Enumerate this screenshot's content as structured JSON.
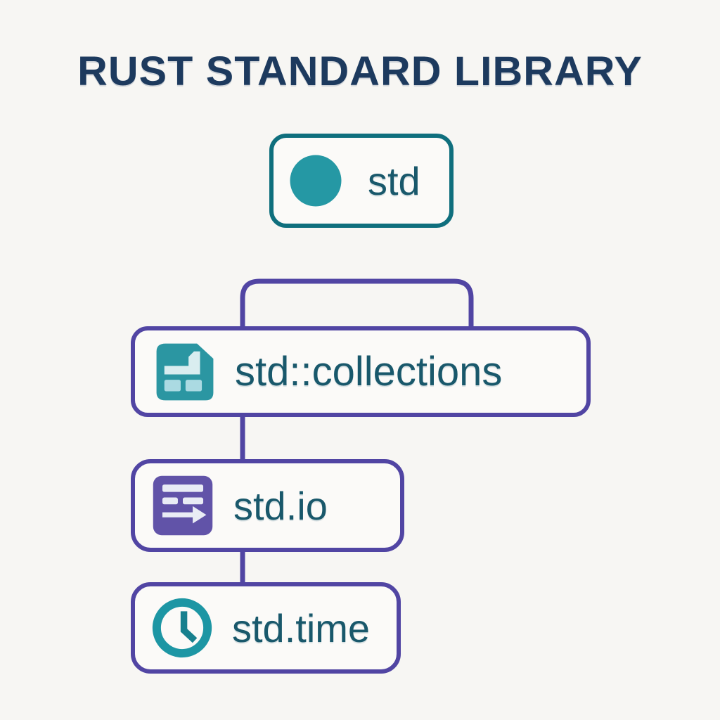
{
  "title": "RUST STANDARD LIBRARY",
  "diagram": {
    "type": "tree",
    "root": "std",
    "edges": [
      [
        "std",
        "std::collections"
      ],
      [
        "std::collections",
        "std.io"
      ],
      [
        "std.io",
        "std.time"
      ]
    ]
  },
  "nodes": [
    {
      "label": "std",
      "icon": "crate-circle-icon"
    },
    {
      "label": "std::collections",
      "icon": "collections-grid-icon"
    },
    {
      "label": "std.io",
      "icon": "io-stream-arrow-icon"
    },
    {
      "label": "std.time",
      "icon": "clock-icon"
    }
  ],
  "colors": {
    "background": "#f7f6f3",
    "title_text": "#1d3a5e",
    "node_text": "#19586b",
    "teal_border": "#0f6f7d",
    "teal_fill": "#2598a4",
    "teal_light": "#c2e4ea",
    "purple": "#5145a3",
    "icon_light": "#e9ecf5"
  }
}
